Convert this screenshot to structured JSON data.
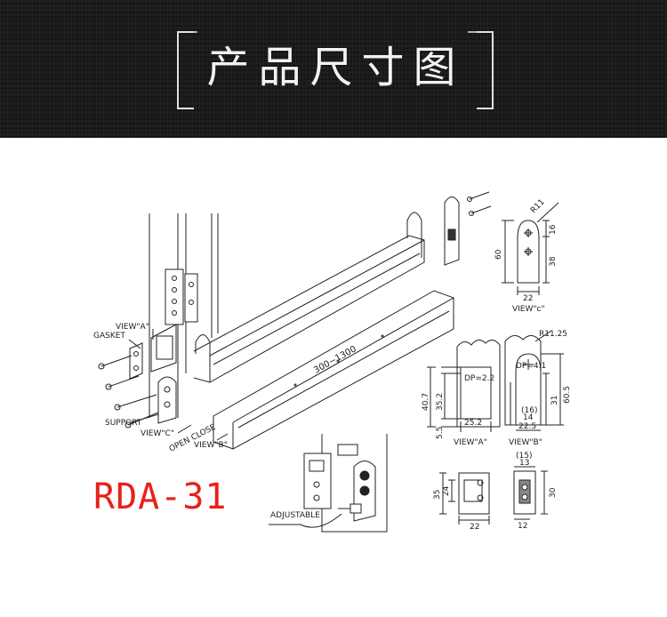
{
  "header": {
    "title": "产品尺寸图"
  },
  "model": {
    "name": "RDA-31",
    "color": "#e8201c"
  },
  "labels": {
    "view_a_main": "VIEW\"A\"",
    "gasket": "GASKET",
    "support": "SUPPORT",
    "view_c_main": "VIEW\"C\"",
    "open_close": "OPEN CLOSE",
    "view_b_main": "VIEW\"B\"",
    "length": "300~1300",
    "adjustable": "ADJUSTABLE"
  },
  "view_c": {
    "caption": "VIEW\"c\"",
    "radius": "R11",
    "dim_height": "60",
    "dim_top": "16",
    "dim_mid": "38",
    "dim_width": "22"
  },
  "view_a": {
    "caption": "VIEW\"A\"",
    "dp": "DP=2.2",
    "dim_left_outer": "40.7",
    "dim_left_inner": "35.2",
    "dim_bottom_left": "5.5",
    "dim_width": "25.2"
  },
  "view_b": {
    "caption": "VIEW\"B\"",
    "radius": "R11.25",
    "dp": "DP=4.1",
    "dim_right_outer": "60.5",
    "dim_right_inner": "31",
    "dim_inner_paren": "(16)",
    "dim_inner": "14",
    "dim_width": "22.5"
  },
  "small_front": {
    "dim_outer": "35",
    "dim_inner": "24",
    "dim_width": "22"
  },
  "small_side": {
    "dim_top_paren": "(15)",
    "dim_top": "13",
    "dim_height": "30",
    "dim_bottom": "12"
  }
}
